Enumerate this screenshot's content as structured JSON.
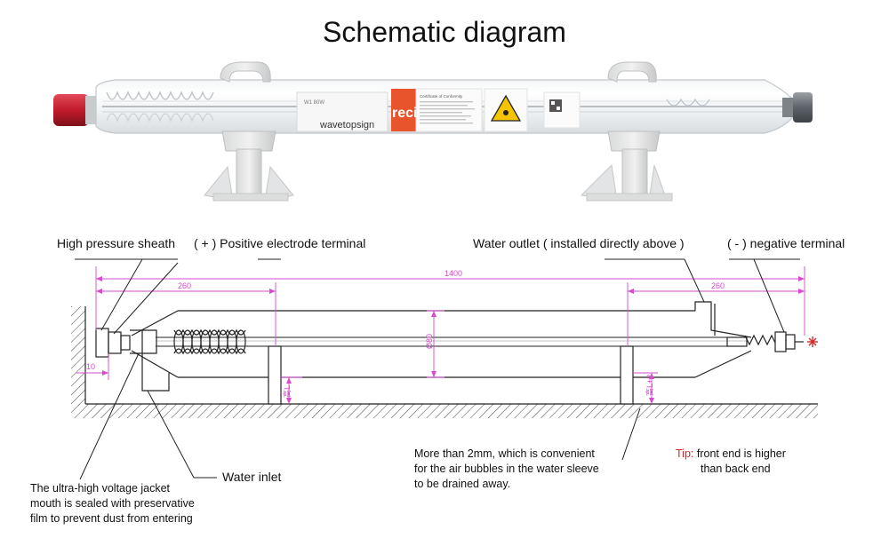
{
  "title": "Schematic diagram",
  "photo": {
    "brand_text": "wavetopsign",
    "label_logo": "reci",
    "label_heading": "Certificate of Conformity",
    "model_text": "W1 80W"
  },
  "callouts": {
    "high_pressure_sheath": "High pressure sheath",
    "positive_terminal": "( + ) Positive electrode terminal",
    "water_outlet": "Water outlet ( installed directly above )",
    "negative_terminal": "( - ) negative terminal",
    "water_inlet": "Water inlet",
    "jacket_note": [
      "The ultra-high voltage jacket",
      "mouth is sealed with preservative",
      "film to prevent dust from entering"
    ],
    "bubble_note": [
      "More than 2mm, which is convenient",
      "for the air bubbles in the water sleeve",
      "to be drained away."
    ],
    "tip_key": "Tip:",
    "tip_text": [
      "front end is higher",
      "than back end"
    ]
  },
  "dimensions": {
    "total_length": "1400",
    "left_support": "260",
    "right_support": "260",
    "end_offset": "10",
    "diameter": "Ø80",
    "height_left": "高L",
    "height_right": "高L+2"
  },
  "colors": {
    "dimension": "#d64bd0",
    "tip": "#d22b2b",
    "cap_red": "#c21b2c",
    "label_orange": "#e8542b"
  }
}
